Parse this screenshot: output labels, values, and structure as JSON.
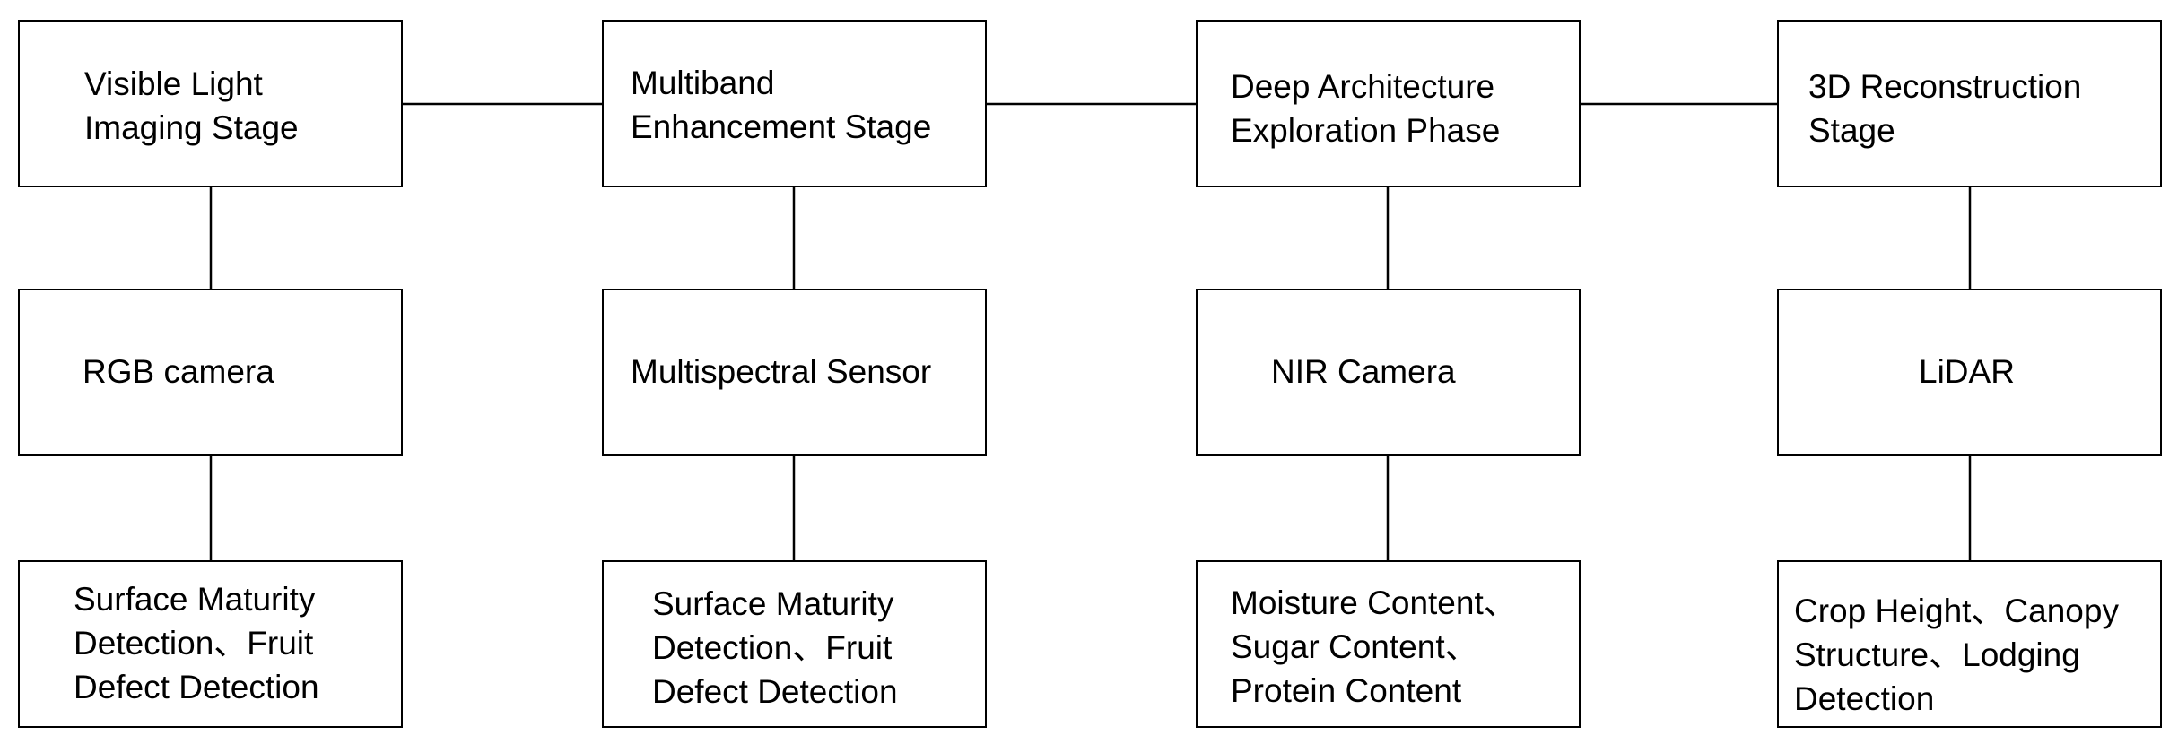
{
  "columns": [
    {
      "stage": "Visible Light\nImaging Stage",
      "sensor": "RGB camera",
      "application": "Surface Maturity\nDetection、Fruit\nDefect Detection"
    },
    {
      "stage": "Multiband\nEnhancement Stage",
      "sensor": "Multispectral Sensor",
      "application": "Surface Maturity\nDetection、Fruit\nDefect Detection"
    },
    {
      "stage": "Deep Architecture\nExploration Phase",
      "sensor": "NIR Camera",
      "application": "Moisture Content、\nSugar Content、\nProtein Content"
    },
    {
      "stage": "3D Reconstruction\nStage",
      "sensor": "LiDAR",
      "application": "Crop Height、Canopy\nStructure、Lodging\nDetection"
    }
  ]
}
